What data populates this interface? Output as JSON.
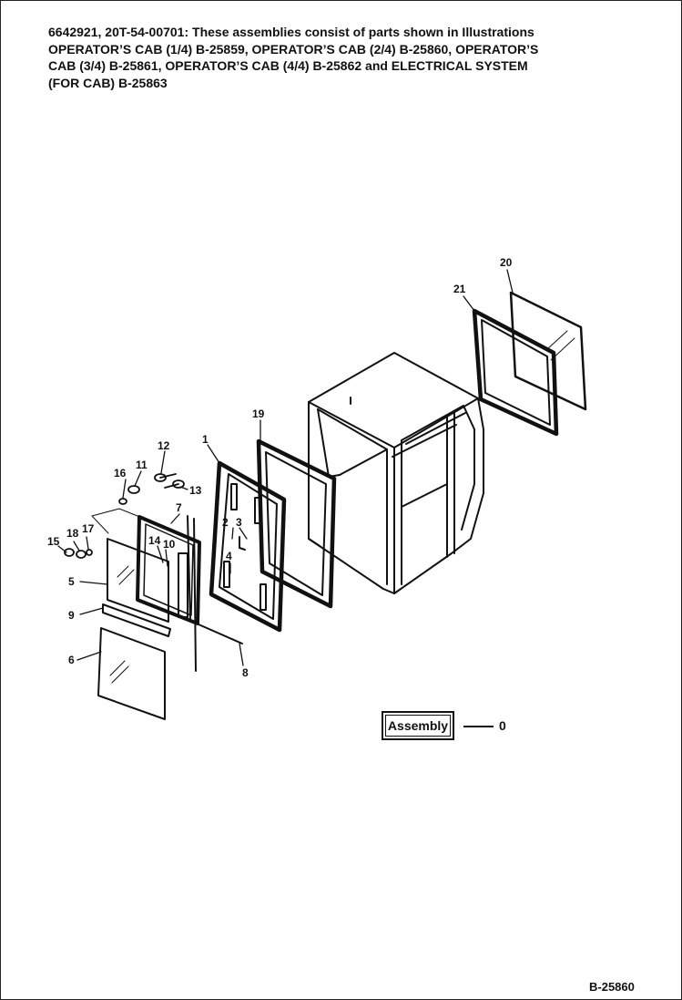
{
  "header": {
    "line1": "6642921, 20T-54-00701: These assemblies consist of parts shown in Illustrations",
    "line2": "OPERATOR’S CAB (1/4) B-25859, OPERATOR’S CAB (2/4) B-25860, OPERATOR’S",
    "line3": "CAB (3/4) B-25861, OPERATOR’S CAB (4/4) B-25862 and ELECTRICAL SYSTEM",
    "line4": "(FOR CAB) B-25863"
  },
  "callouts": [
    "1",
    "2",
    "3",
    "4",
    "5",
    "6",
    "7",
    "8",
    "9",
    "10",
    "11",
    "12",
    "13",
    "14",
    "15",
    "16",
    "17",
    "18",
    "19",
    "20",
    "21"
  ],
  "assembly": {
    "label": "Assembly",
    "number": "0"
  },
  "drawing_number": "B-25860"
}
